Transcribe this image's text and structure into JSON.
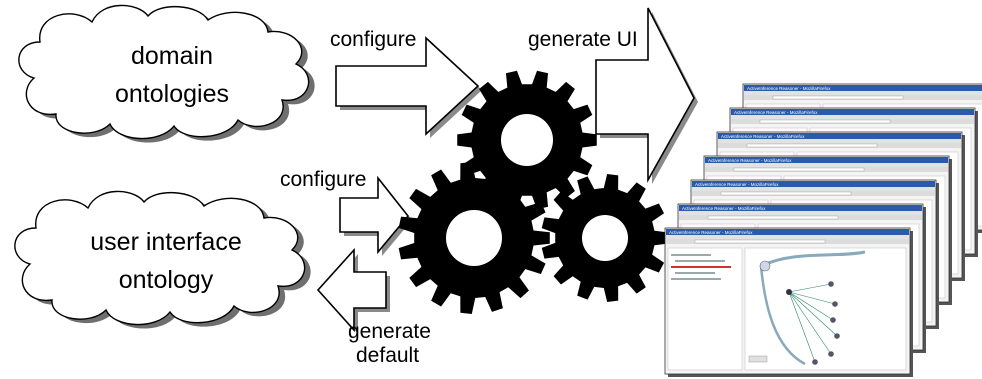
{
  "clouds": {
    "domain": {
      "line1": "domain",
      "line2": "ontologies"
    },
    "ui": {
      "line1": "user interface",
      "line2": "ontology"
    }
  },
  "arrows": {
    "configure_top": "configure",
    "generate_ui": "generate UI",
    "configure_bottom": "configure",
    "generate_default_line1": "generate",
    "generate_default_line2": "default"
  },
  "screenshots": {
    "count": 7,
    "window_title": "ActiveInference Reasoner - MozillaFirefox"
  },
  "colors": {
    "gear": "#000000",
    "arrow_fill": "#ffffff",
    "arrow_shadow": "#8a8a8a",
    "window_titlebar": "#2a5aa8"
  }
}
